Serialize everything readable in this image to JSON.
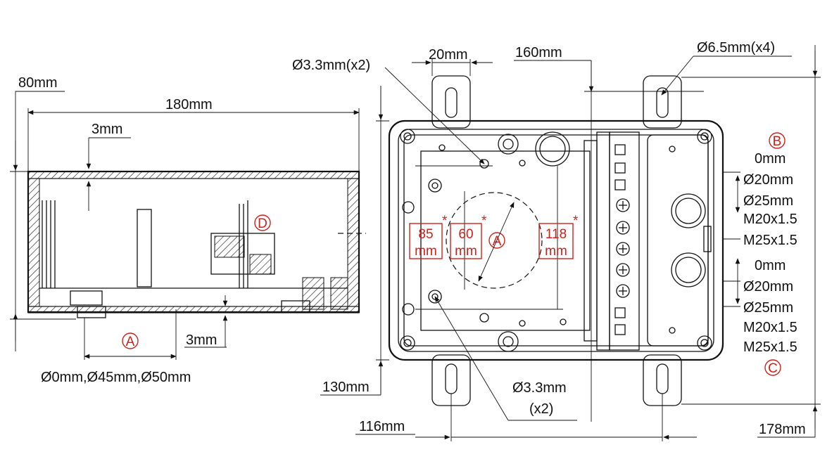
{
  "colors": {
    "line": "#111111",
    "accent": "#d0201a",
    "background": "#ffffff"
  },
  "side_view": {
    "height_label": "80mm",
    "length_label": "180mm",
    "wall_top_label": "3mm",
    "wall_bottom_label": "3mm",
    "hole_diameters_label": "Ø0mm,Ø45mm,Ø50mm",
    "marker_a": "A",
    "marker_d": "D"
  },
  "front_view": {
    "hole_small_top_label": "Ø3.3mm(x2)",
    "ear_width_label": "20mm",
    "ear_spacing_label": "160mm",
    "mount_hole_label": "Ø6.5mm(x4)",
    "height_label": "130mm",
    "hole_small_bottom_label": "Ø3.3mm",
    "hole_small_bottom_count": "(x2)",
    "width_label": "116mm",
    "total_height_label": "178mm",
    "box_85": [
      "85",
      "mm"
    ],
    "box_60": [
      "60",
      "mm"
    ],
    "box_118": [
      "118",
      "mm"
    ],
    "asterisk": "*",
    "marker_a": "A"
  },
  "knockouts_b": {
    "marker": "B",
    "sizes": [
      "0mm",
      "Ø20mm",
      "Ø25mm",
      "M20x1.5",
      "M25x1.5"
    ]
  },
  "knockouts_c": {
    "marker": "C",
    "sizes": [
      "0mm",
      "Ø20mm",
      "Ø25mm",
      "M20x1.5",
      "M25x1.5"
    ]
  }
}
